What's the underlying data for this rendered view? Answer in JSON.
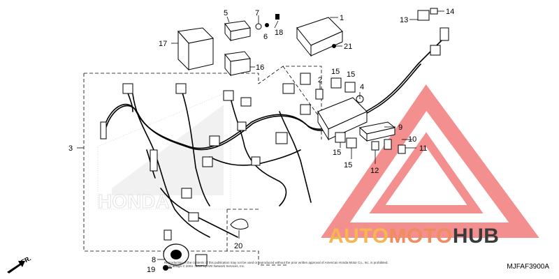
{
  "diagram": {
    "part_numbers": [
      "1",
      "2",
      "3",
      "4",
      "5",
      "6",
      "7",
      "8",
      "9",
      "10",
      "11",
      "12",
      "13",
      "14",
      "15",
      "15",
      "15",
      "15",
      "16",
      "17",
      "18",
      "19",
      "20",
      "21"
    ],
    "diagram_code": "MJFAF3900A",
    "front_label": "FR.",
    "copyright_line1": "Reproduction of the contents of this publication may not be used or reproduced without the prior written approval of American Honda Motor Co., Inc. is prohibited.",
    "copyright_line2": "Page design © 2004 - 2017 by ARI Network Services, Inc."
  },
  "watermark": {
    "part1": "AUTO",
    "part2": "MOTO",
    "part3": "HUB",
    "colors": {
      "auto": "#f5b54f",
      "moto": "#f08c5e",
      "hub": "#3a3a3a",
      "triangle": "#f06a6a"
    }
  },
  "background_logo": {
    "text": "HONDA"
  }
}
